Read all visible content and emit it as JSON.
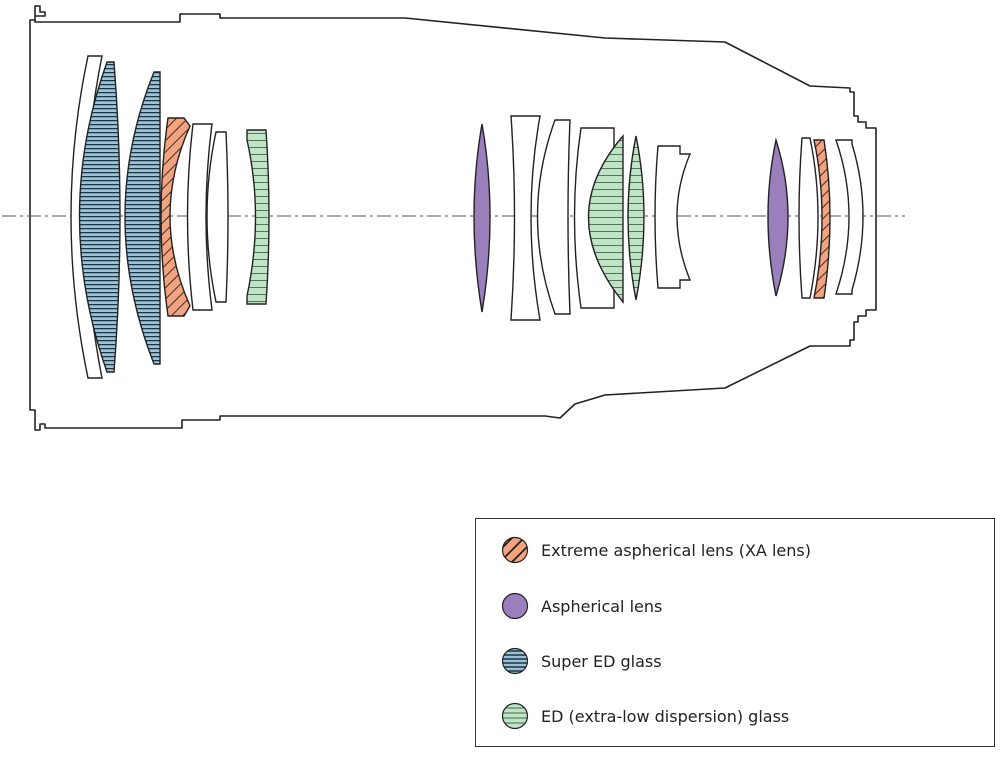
{
  "colors": {
    "xa": "#f4a37f",
    "aspherical": "#9b7fbd",
    "super_ed": "#9bc3d5",
    "super_ed_hatch": "#1f3345",
    "ed": "#bfe3c4",
    "ed_hatch": "#3f6b4e",
    "outline": "#222222"
  },
  "legend": {
    "items": [
      {
        "key": "xa",
        "label": "Extreme aspherical lens (XA lens)"
      },
      {
        "key": "aspherical",
        "label": "Aspherical lens"
      },
      {
        "key": "super_ed",
        "label": "Super ED glass"
      },
      {
        "key": "ed",
        "label": "ED (extra-low dispersion) glass"
      }
    ]
  }
}
